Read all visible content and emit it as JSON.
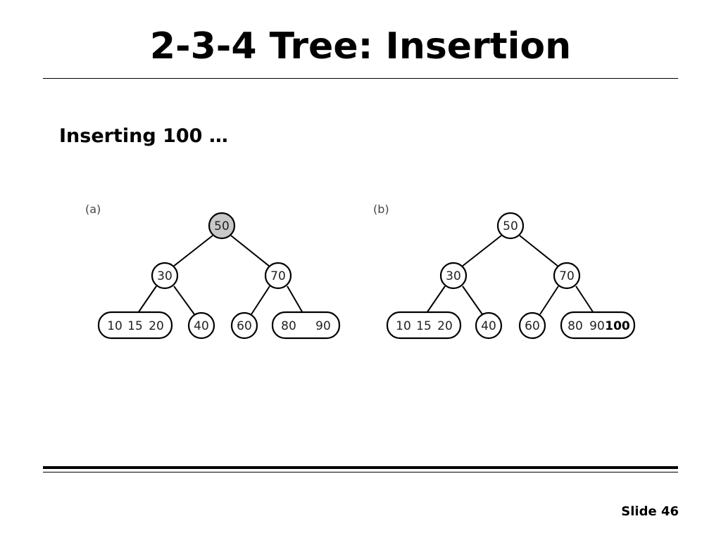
{
  "slide": {
    "title": "2-3-4 Tree: Insertion",
    "subtitle": "Inserting 100 …",
    "footer": "Slide 46"
  },
  "panels": [
    {
      "label": "(a)",
      "root": {
        "keys": [
          "50"
        ],
        "highlighted": true
      },
      "internal": [
        {
          "keys": [
            "30"
          ]
        },
        {
          "keys": [
            "70"
          ]
        }
      ],
      "leaves": [
        {
          "keys": [
            "10",
            "15",
            "20"
          ]
        },
        {
          "keys": [
            "40"
          ]
        },
        {
          "keys": [
            "60"
          ]
        },
        {
          "keys": [
            "80",
            "90"
          ]
        }
      ]
    },
    {
      "label": "(b)",
      "root": {
        "keys": [
          "50"
        ],
        "highlighted": false
      },
      "internal": [
        {
          "keys": [
            "30"
          ]
        },
        {
          "keys": [
            "70"
          ]
        }
      ],
      "leaves": [
        {
          "keys": [
            "10",
            "15",
            "20"
          ]
        },
        {
          "keys": [
            "40"
          ]
        },
        {
          "keys": [
            "60"
          ]
        },
        {
          "keys": [
            "80",
            "90",
            "100"
          ],
          "new_key": "100"
        }
      ]
    }
  ],
  "colors": {
    "highlight_fill": "#c8c8c8",
    "stroke": "#000000"
  }
}
